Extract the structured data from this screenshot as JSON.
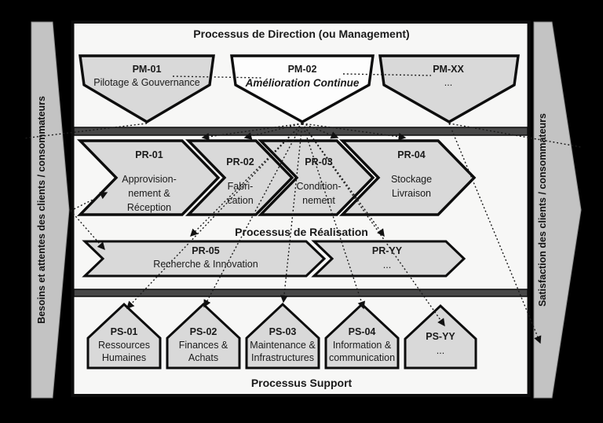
{
  "colors": {
    "background": "#000000",
    "panel_fill": "#f7f7f6",
    "shape_fill": "#d9d9d9",
    "highlight_fill": "#fdfdfd",
    "separator_fill": "#474747",
    "banner_fill": "#c3c3c3",
    "line_color": "#1b1b1b"
  },
  "banners": {
    "left": "Besoins et attentes des clients / consommateurs",
    "right": "Satisfaction des clients / consommateurs"
  },
  "sections": {
    "direction": {
      "title": "Processus de Direction (ou Management)"
    },
    "realisation": {
      "title": "Processus de Réalisation"
    },
    "support": {
      "title": "Processus Support"
    }
  },
  "processes": {
    "pm01": {
      "code": "PM-01",
      "name": "Pilotage & Gouvernance"
    },
    "pm02": {
      "code": "PM-02",
      "name": "Amélioration Continue"
    },
    "pmxx": {
      "code": "PM-XX",
      "name": "..."
    },
    "pr01": {
      "code": "PR-01",
      "lines": [
        "Approvision-",
        "nement &",
        "Réception"
      ]
    },
    "pr02": {
      "code": "PR-02",
      "lines": [
        "Fabri-",
        "cation"
      ]
    },
    "pr03": {
      "code": "PR-03",
      "lines": [
        "Condition-",
        "nement"
      ]
    },
    "pr04": {
      "code": "PR-04",
      "lines": [
        "Stockage",
        "Livraison"
      ]
    },
    "pr05": {
      "code": "PR-05",
      "name": "Recherche & Innovation"
    },
    "pryy": {
      "code": "PR-YY",
      "name": "..."
    },
    "ps01": {
      "code": "PS-01",
      "lines": [
        "Ressources",
        "Humaines"
      ]
    },
    "ps02": {
      "code": "PS-02",
      "lines": [
        "Finances &",
        "Achats"
      ]
    },
    "ps03": {
      "code": "PS-03",
      "lines": [
        "Maintenance &",
        "Infrastructures"
      ]
    },
    "ps04": {
      "code": "PS-04",
      "lines": [
        "Information &",
        "communication"
      ]
    },
    "psyy": {
      "code": "PS-YY",
      "name": "..."
    }
  }
}
